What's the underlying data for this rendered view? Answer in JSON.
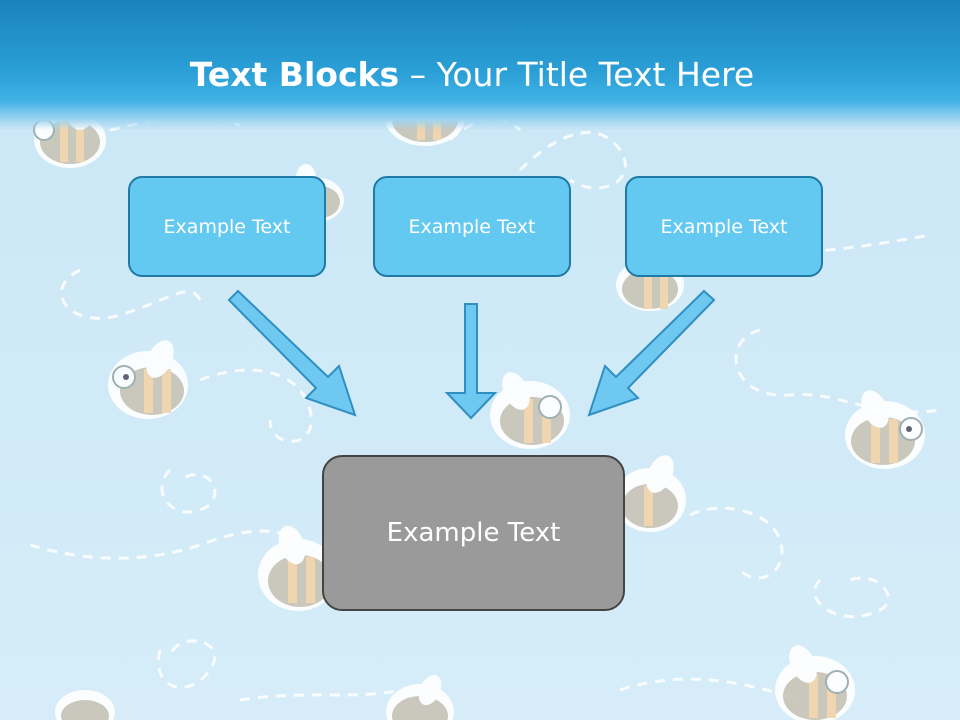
{
  "slide": {
    "title_bold": "Text Blocks",
    "title_dash": " – ",
    "title_rest": "Your Title Text Here"
  },
  "diagram": {
    "sources": [
      {
        "label": "Example Text"
      },
      {
        "label": "Example Text"
      },
      {
        "label": "Example Text"
      }
    ],
    "target": {
      "label": "Example Text"
    }
  },
  "colors": {
    "header": "#2a9fd6",
    "box_fill": "#63c9f1",
    "box_border": "#1f7aa6",
    "target_fill": "#9a9a9a",
    "arrow_fill": "#6fc8ef"
  }
}
